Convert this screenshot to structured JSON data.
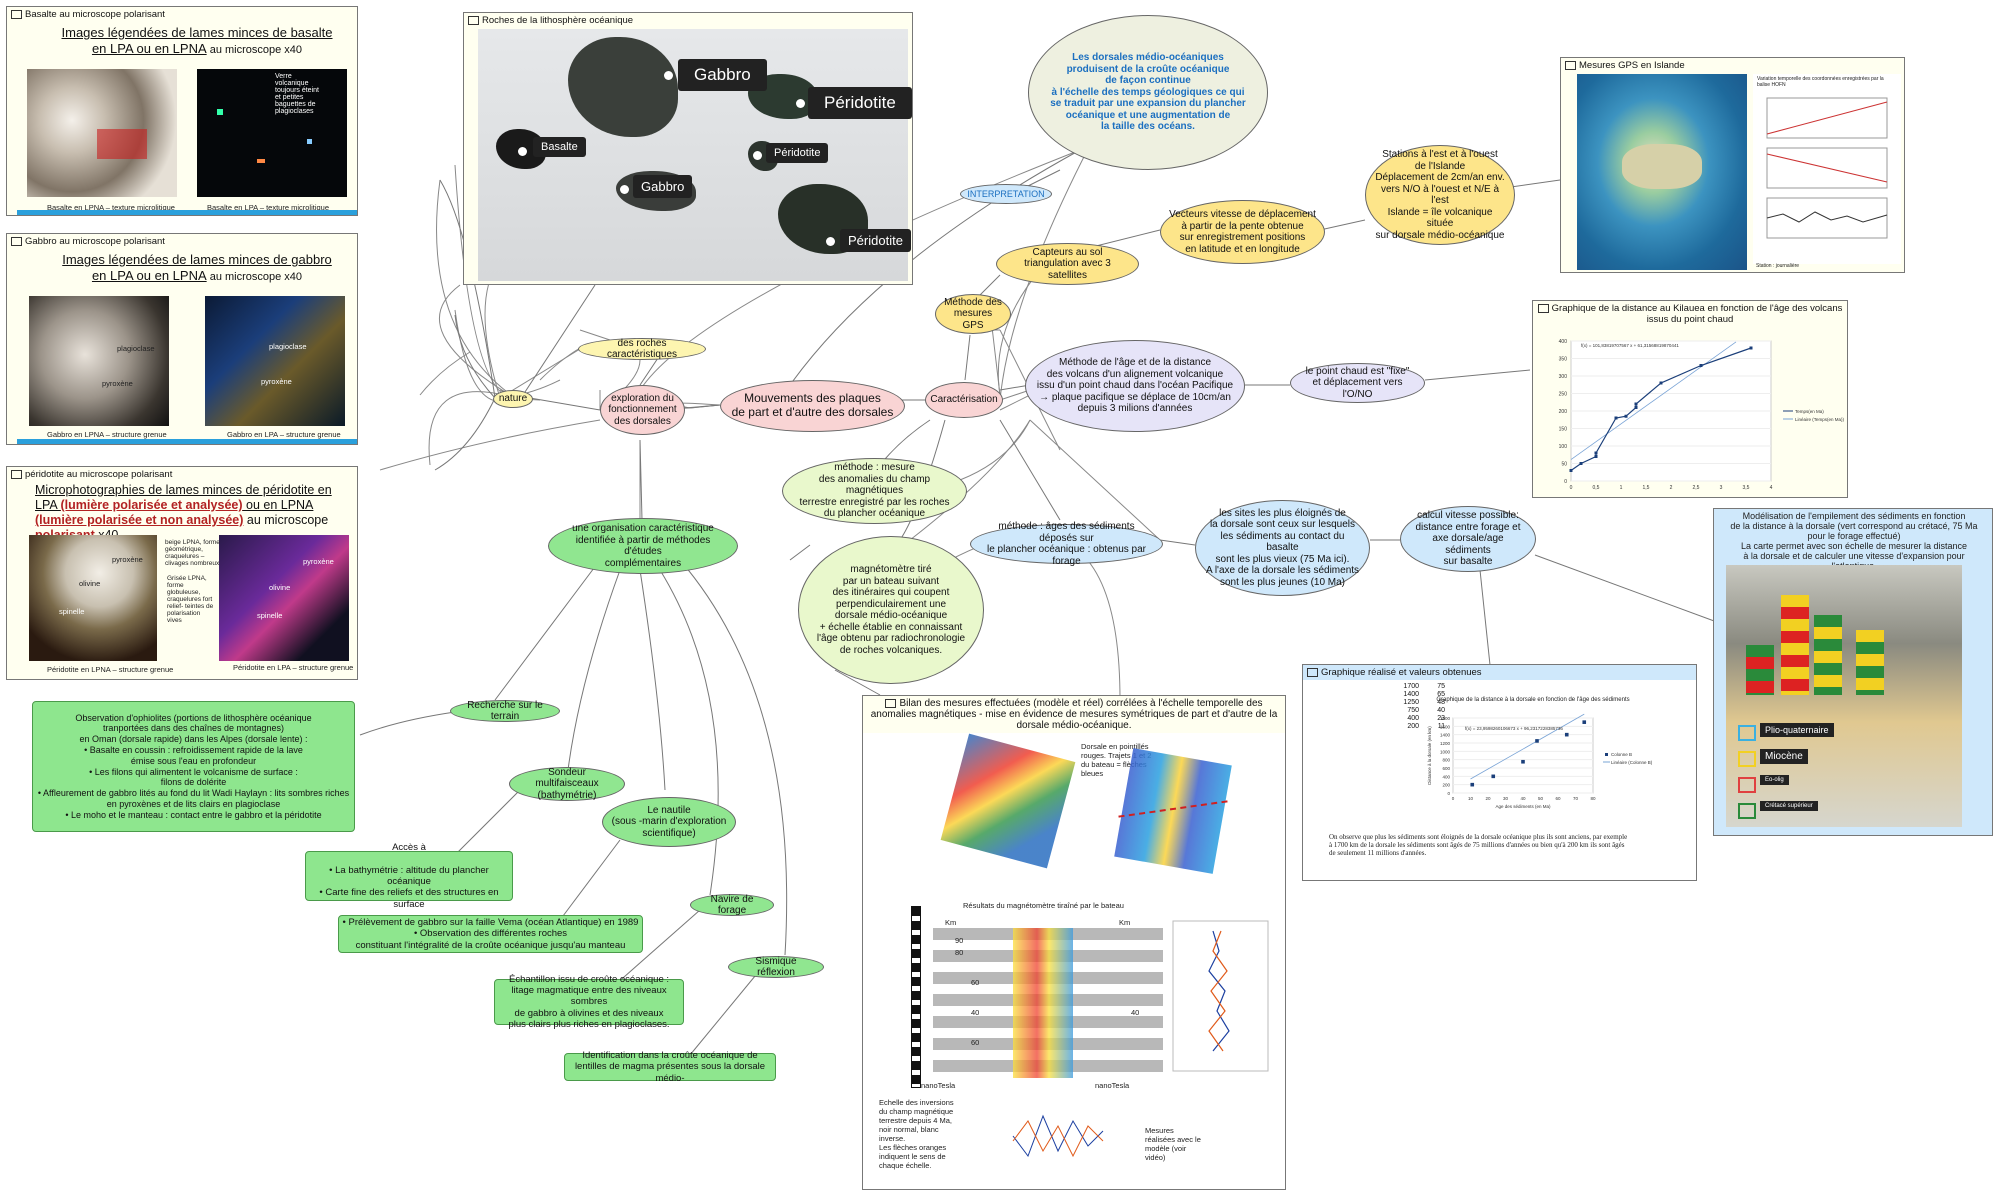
{
  "colors": {
    "pink": "#f9d4d4",
    "green": "#a5ea9c",
    "green_light": "#e9f8cc",
    "blue_light": "#cfe8fb",
    "lavender": "#e6e4f8",
    "yellow": "#fde58a",
    "interp_blue": "#1b6fc0"
  },
  "central": "Mouvements des plaques\nde part et d'autre des dorsales",
  "left": {
    "exploration": "exploration du\nfonctionnement\ndes dorsales",
    "roches_caract": "des roches caractéristiques",
    "nature": "nature",
    "organisation": "une organisation caractéristique\nidentifiée à partir de méthodes d'études\ncomplémentaires",
    "terrain": "Recherche sur le terrain",
    "terrain_text": "Observation d'ophiolites (portions de lithosphère océanique\ntranportées dans des chaînes de montagnes)\nen Oman (dorsale rapide) dans les Alpes (dorsale lente) :\n• Basalte en coussin : refroidissement rapide de la lave\némise sous l'eau en profondeur\n• Les filons qui alimentent le volcanisme de surface :\nfilons de dolérite\n• Affleurement de gabbro lités au fond du lit Wadi Haylayn : lits sombres riches\nen pyroxènes et de lits clairs en plagioclase\n• Le moho et le manteau : contact entre le gabbro et la péridotite",
    "sondeur": "Sondeur multifaisceaux\n(bathymétrie)",
    "sondeur_text": "Accès à\n\n• La bathymétrie : altitude du plancher océanique\n• Carte fine des reliefs et des structures en surface",
    "nautile": "Le nautile\n(sous -marin d'exploration\nscientifique)",
    "nautile_text": "• Prélèvement de gabbro sur la faille Vema (océan Atlantique) en 1989\n• Observation des différentes roches\nconstituant l'intégralité de la croûte océanique jusqu'au manteau",
    "forage": "Navire de forage",
    "forage_text": "Échantillon issu de croûte océanique :\nlitage magmatique entre des niveaux sombres\nde gabbro à olivines et des niveaux\nplus clairs plus riches en plagioclases.",
    "sismique": "Sismique réflexion",
    "sismique_text": "Identification dans la croûte océanique de\nlentilles de magma présentes sous la dorsale médio-"
  },
  "basalte_box": {
    "title": "Basalte au microscope polarisant",
    "heading1": "Images légendées de lames minces de basalte",
    "heading2": "en LPA ou en LPNA",
    "heading_suffix": " au microscope x40",
    "label_right": "Verre\nvolcanique\ntoujours éteint\net  petites\nbaguettes de\nplagioclases",
    "caption_left": "Basalte en LPNA – texture microlitique",
    "caption_right": "Basalte en LPA – texture microlitique"
  },
  "gabbro_box": {
    "title": "Gabbro au microscope polarisant",
    "heading1": "Images légendées de lames minces de gabbro",
    "heading2": "en LPA ou en LPNA",
    "heading_suffix": " au microscope x40",
    "label_plag": "plagioclase",
    "label_pyro": "pyroxène",
    "caption_left": "Gabbro en LPNA – structure grenue",
    "caption_right": "Gabbro en LPA – structure grenue"
  },
  "peridotite_box": {
    "title": "péridotite au microscope polarisant",
    "heading_a": "Microphotographies de lames minces de péridotite en LPA ",
    "heading_red1": "(lumière polarisée et analysée)",
    "heading_b": " ou en LPNA ",
    "heading_red2": "(lumière polarisée et non analysée)",
    "heading_c": " au microscope ",
    "heading_red3": "polarisant",
    "heading_d": " x40",
    "label_pyroxene": "pyroxène",
    "label_olivine": "olivine",
    "label_spinelle": "spinelle",
    "note1": "beige LPNA, forme\ngéométrique,\ncraquelures –\nclivages nombreux",
    "note2": "Grisée LPNA,\nforme\nglobuleuse,\ncraquelures fort\nrelief- teintes de\npolarisation\nvives",
    "caption_left": "Péridotite en LPNA – structure grenue",
    "caption_right": "Péridotite en LPA – structure grenue"
  },
  "roches_box": {
    "title": "Roches de la lithosphère océanique",
    "gabbro": "Gabbro",
    "peridotite": "Péridotite",
    "basalte": "Basalte",
    "gabbro2": "Gabbro",
    "peridotite2": "Péridotite",
    "peridotite3": "Péridotite"
  },
  "right": {
    "interpretation": "INTERPRETATION",
    "interpretation_text": "Les dorsales médio-océaniques\nproduisent de la croûte océanique\nde façon continue\nà l'échelle des temps géologiques ce qui\nse traduit par une expansion du plancher\nocéanique et une augmentation de\nla taille des océans.",
    "caracterisation": "Caractérisation",
    "methode_gps": "Méthode des\nmesures GPS",
    "capteurs": "Capteurs au sol\ntriangulation avec 3 satellites",
    "vecteurs": "Vecteurs vitesse de déplacement\nà partir de la pente obtenue\nsur enregistrement positions\nen latitude et en longitude",
    "stations": "Stations à l'est et à l'ouest\nde l'Islande\nDéplacement de 2cm/an env.\nvers N/O à l'ouest et N/E à l'est\nIslande = île volcanique située\nsur dorsale médio-océanique",
    "methode_age": "Méthode de l'âge et de la distance\ndes volcans d'un alignement volcanique\nissu d'un point chaud dans l'océan Pacifique\n→ plaque pacifique se déplace de 10cm/an\ndepuis 3 milions d'années",
    "point_chaud": "le point chaud est \"fixe\"\net déplacement vers l'O/NO",
    "methode_mag": "méthode : mesure\ndes anomalies du champ magnétiques\nterrestre enregistré par les roches\ndu plancher océanique",
    "magnetometre": "magnétomètre tiré\npar un bateau suivant\ndes itinéraires qui coupent\nperpendiculairement une\ndorsale médio-océanique\n+ échelle établie en connaissant\nl'âge obtenu par radiochronologie\nde roches volcaniques.",
    "methode_sed": "méthode : âges des sédiments déposés sur\nle plancher océanique : obtenus par forage",
    "sites": "les sites les plus éloignés de\nla dorsale sont ceux sur lesquels\nles sédiments au contact du basalte\nsont les plus vieux (75 Ma ici).\nA l'axe de la dorsale les sédiments\nsont les plus jeunes (10 Ma)",
    "calcul": "calcul vitesse possible:\ndistance entre forage et\naxe dorsale/age sédiments\nsur basalte"
  },
  "gps_box": {
    "title": "Mesures GPS en Islande",
    "chart_title": "Variation temporelle des coordonnées enregistrées par la balise HOFN",
    "footer": "Station : journalière"
  },
  "kilauea_box": {
    "title": "Graphique de la distance au Kilauea en fonction de l'âge des volcans issus du point chaud",
    "equation": "f(x) = 101,83819707567 x + 61,31568819870441",
    "legend1": "Temps(en Ma)",
    "legend2": "Linéaire (Temps(en Ma))"
  },
  "bilan_box": {
    "title": "Bilan des mesures effectuées (modèle et réel) corrélées à l'échelle temporelle des anomalies magnétiques - mise en évidence de mesures symétriques de part et d'autre de la dorsale médio-océanique.",
    "map_note": "Dorsale en pointillés\nrouges. Trajets 1 et 2\ndu bateau = flèches\nbleues",
    "mag_title": "Résultats du magnétomètre tiraîné par le bateau",
    "km_left": "Km",
    "km_right": "Km",
    "ticks": [
      "90",
      "80",
      "60",
      "40",
      "60"
    ],
    "tick_right": "40",
    "nano_left": "nanoTesla",
    "nano_right": "nanoTesla",
    "echelle": "Echelle des inversions\ndu champ magnétique\nterrestre depuis 4 Ma,\nnoir normal, blanc\ninverse.\nLes flèches oranges\nindiquent le sens de\nchaque échelle.",
    "mesures": "Mesures\nréalisées avec le\nmodèle (voir\nvidéo)"
  },
  "sed_box": {
    "title": "Graphique réalisé et valeurs obtenues",
    "chart_title": "Graphique de la distance à la dorsale en fonction de l'âge des sédiments",
    "equation": "f(x) = 23,9598260106673 x + 96,2317228385736",
    "legend1": "Colonne B",
    "legend2": "Linéaire (Colonne B)",
    "xlabel": "Age des sédiments (en Ma)",
    "ylabel": "Distance à la dorsale (en km)",
    "observation": "On observe que plus les sédiments sont éloignés de la dorsale océanique plus ils sont anciens, par exemple à 1700 km de la dorsale les sédiments sont âgés de 75 millions d'années ou bien qu'à 200 km ils sont âgés de seulement 11 millions d'années."
  },
  "model_box": {
    "title": "Modélisation de l'empilement des sédiments en fonction\nde la distance à la dorsale (vert correspond au crétacé, 75 Ma\npour le forage effectué)\nLa carte permet avec son échelle de mesurer la distance\nà la dorsale et de calculer une vitesse d'expansion pour l'atlantique.",
    "legend_plio": "Plio-quaternaire",
    "legend_mio": "Miocène",
    "legend_eo": "Eo-olig",
    "legend_cret": "Crétacé supérieur"
  },
  "chart_data": [
    {
      "type": "scatter",
      "title": "Graphique de la distance au Kilauea en fonction de l'âge des volcans issus du point chaud",
      "x": [
        0,
        0.2,
        0.5,
        0.5,
        0.9,
        1.1,
        1.3,
        1.3,
        1.8,
        2.6,
        3.6
      ],
      "y": [
        30,
        50,
        70,
        80,
        180,
        185,
        210,
        220,
        280,
        330,
        380
      ],
      "xlim": [
        0,
        4
      ],
      "ylim": [
        0,
        400
      ],
      "xticks": [
        "0",
        "0,5",
        "1",
        "1,5",
        "2",
        "2,5",
        "3",
        "3,5",
        "4"
      ],
      "yticks": [
        "0",
        "50",
        "100",
        "150",
        "200",
        "250",
        "300",
        "350",
        "400"
      ],
      "trendline": {
        "slope": 101.83819707567,
        "intercept": 61.31568819870441
      }
    },
    {
      "type": "scatter",
      "title": "Graphique de la distance à la dorsale en fonction de l'âge des sédiments",
      "table": [
        [
          "1700",
          "75"
        ],
        [
          "1400",
          "65"
        ],
        [
          "1250",
          "48"
        ],
        [
          "750",
          "40"
        ],
        [
          "400",
          "23"
        ],
        [
          "200",
          "11"
        ]
      ],
      "x": [
        11,
        23,
        40,
        48,
        65,
        75
      ],
      "y": [
        200,
        400,
        750,
        1250,
        1400,
        1700
      ],
      "xlim": [
        0,
        80
      ],
      "ylim": [
        0,
        1800
      ],
      "xticks": [
        "0",
        "10",
        "20",
        "30",
        "40",
        "50",
        "60",
        "70",
        "80"
      ],
      "yticks": [
        "0",
        "200",
        "400",
        "600",
        "800",
        "1000",
        "1200",
        "1400",
        "1600",
        "1800"
      ],
      "trendline": {
        "slope": 23.9598260106673,
        "intercept": 96.2317228385736
      }
    }
  ]
}
